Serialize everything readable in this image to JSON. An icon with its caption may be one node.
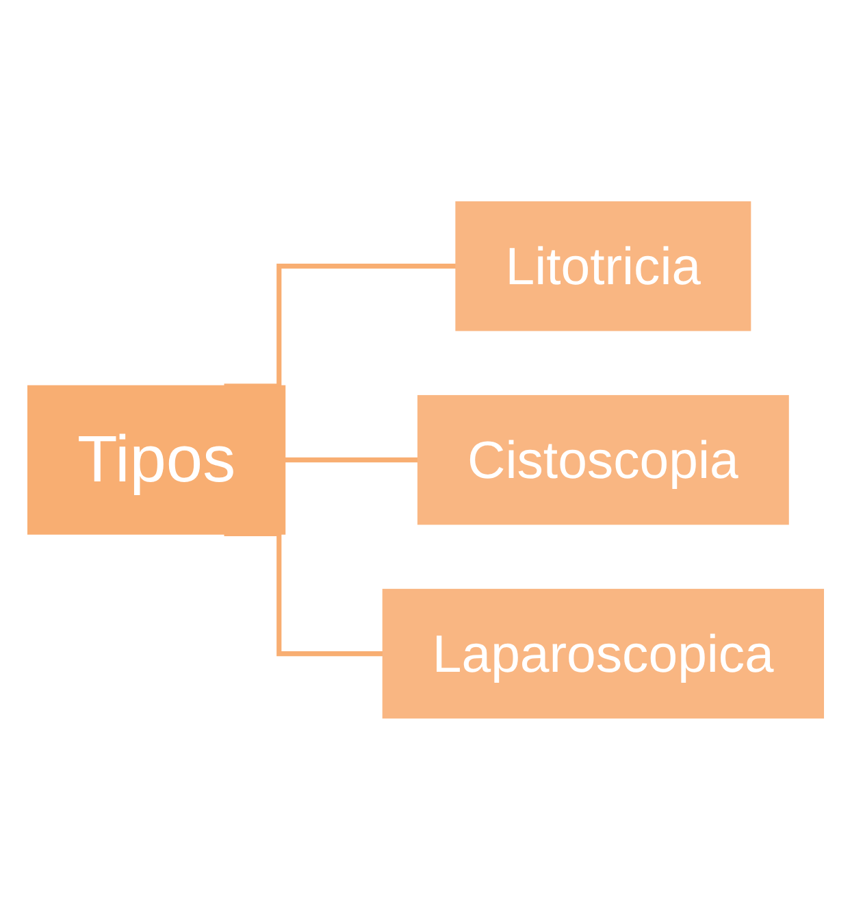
{
  "diagram": {
    "nodes": [
      {
        "text": [
          "Tipos"
        ]
      },
      {
        "text": [
          "Litotricia"
        ]
      },
      {
        "text": [
          "Cistoscopia"
        ]
      },
      {
        "text": [
          "Laparoscopica"
        ]
      }
    ],
    "edges": [
      {
        "from": 0,
        "to": 1,
        "arrow": "none"
      },
      {
        "from": 0,
        "to": 2,
        "arrow": "none"
      },
      {
        "from": 0,
        "to": 3,
        "arrow": "none"
      }
    ]
  }
}
